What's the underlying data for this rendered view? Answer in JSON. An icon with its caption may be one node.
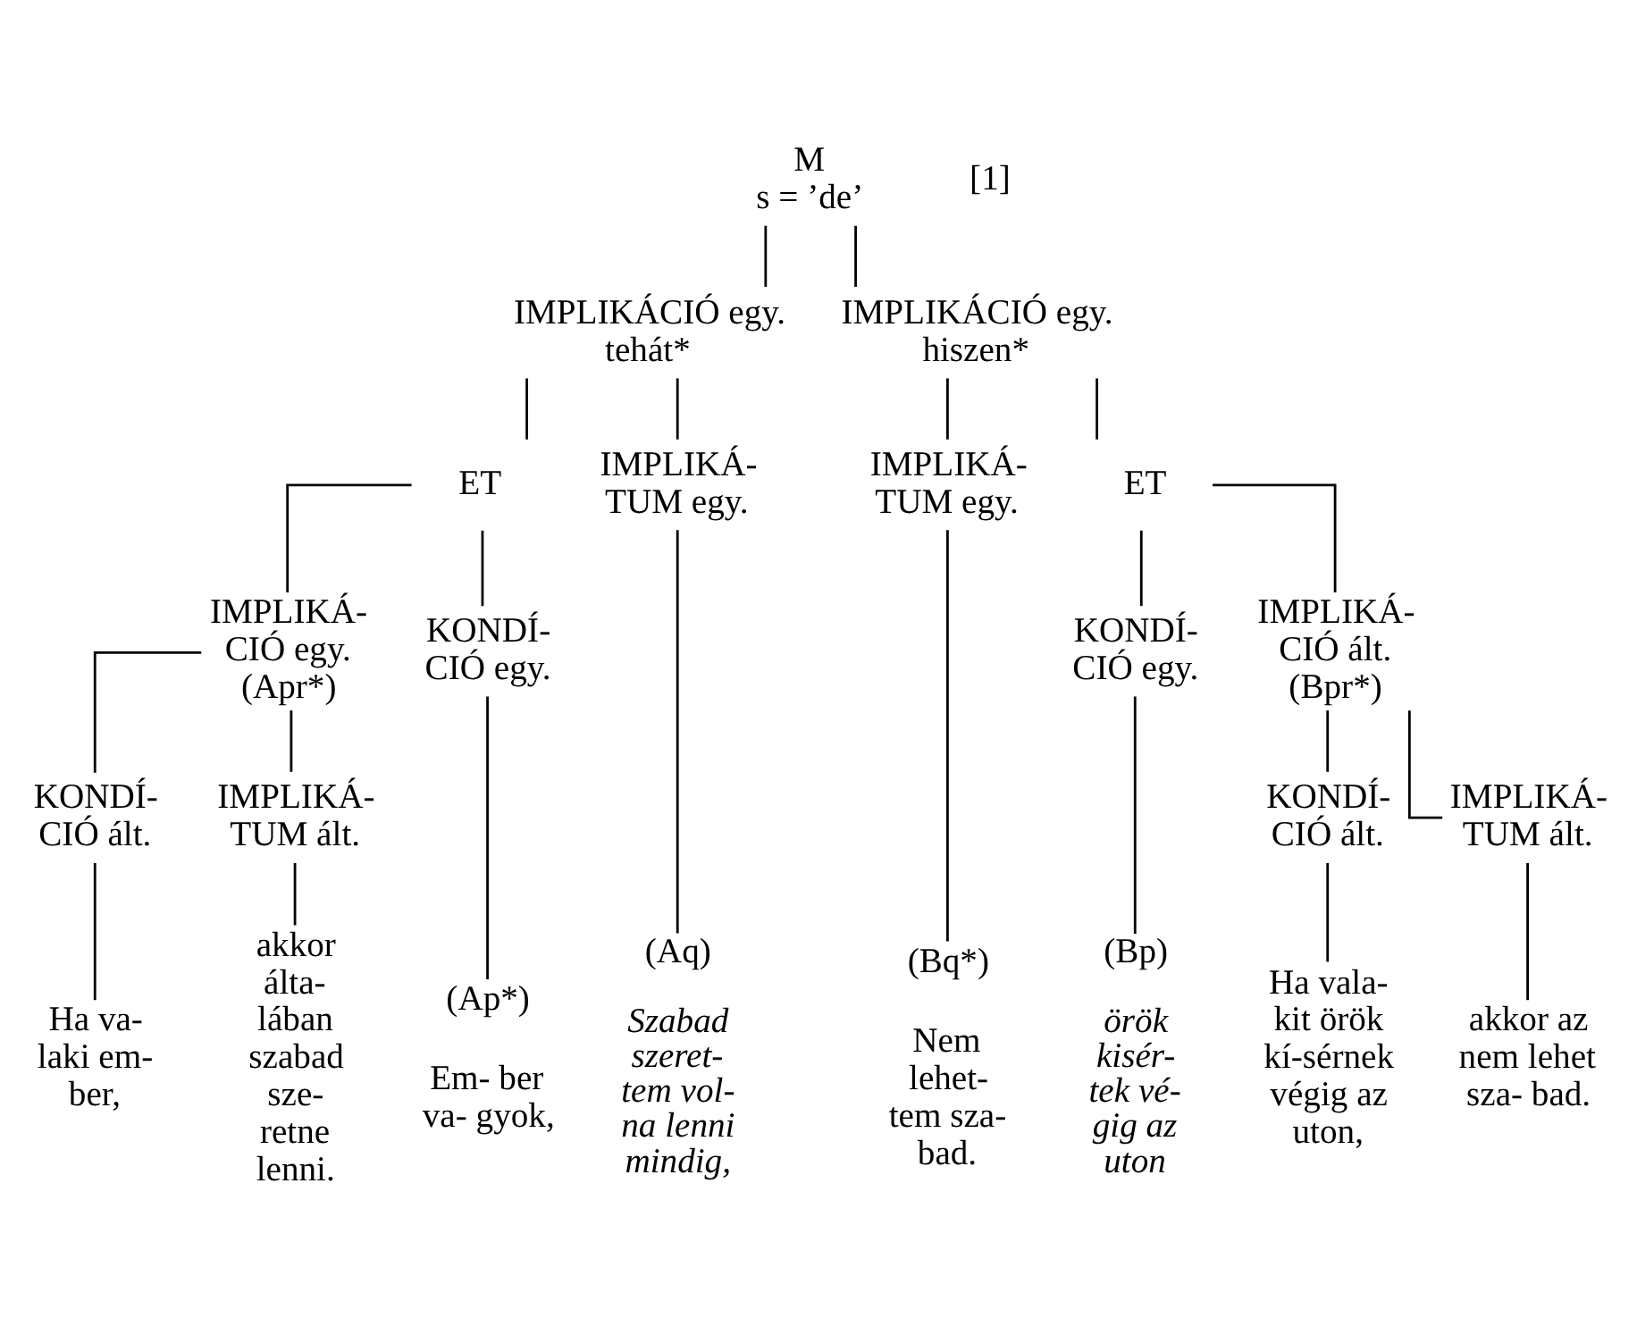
{
  "diagram": {
    "nodes": [
      {
        "text": [
          "M",
          "s = ’de’"
        ]
      },
      {
        "text": [
          "IMPLIKÁCIÓ egy.",
          "tehát*"
        ]
      },
      {
        "text": [
          "IMPLIKÁCIÓ egy.",
          "hiszen*"
        ]
      },
      {
        "text": [
          "ET"
        ]
      },
      {
        "text": [
          "IMPLIKÁ- TUM egy."
        ]
      },
      {
        "text": [
          "IMPLIKÁ- TUM egy."
        ]
      },
      {
        "text": [
          "ET"
        ]
      },
      {
        "text": [
          "IMPLIKÁ- CIÓ egy.",
          "(Apr*)"
        ]
      },
      {
        "text": [
          "KONDÍ- CIÓ egy."
        ]
      },
      {
        "text": [
          "KONDÍ- CIÓ egy."
        ]
      },
      {
        "text": [
          "IMPLIKÁ- CIÓ ált.",
          "(Bpr*)"
        ]
      },
      {
        "text": [
          "KONDÍ- CIÓ ált."
        ]
      },
      {
        "text": [
          "IMPLIKÁ- TUM ált."
        ]
      },
      {
        "text": [
          "KONDÍ- CIÓ ált."
        ]
      },
      {
        "text": [
          "IMPLIKÁ- TUM ált."
        ]
      },
      {
        "text": [
          "Ha va- laki em- ber,"
        ]
      },
      {
        "text": [
          "akkor álta- lában szabad sze- retne lenni."
        ]
      },
      {
        "text": [
          "(Ap*)",
          "Em- ber va- gyok,"
        ]
      },
      {
        "text": [
          "(Aq)",
          "Szabad szeret- tem vol- na lenni mindig,"
        ]
      },
      {
        "text": [
          "(Bq*)",
          "Nem lehet- tem sza- bad."
        ]
      },
      {
        "text": [
          "(Bp)",
          "örök kisér- tek vé- gig az uton"
        ]
      },
      {
        "text": [
          "Ha vala- kit örök kí-sérnek végig az uton,"
        ]
      },
      {
        "text": [
          "akkor az nem lehet sza- bad."
        ]
      }
    ],
    "edges": [
      {
        "from": 0,
        "to": 1,
        "arrow": "none"
      },
      {
        "from": 0,
        "to": 2,
        "arrow": "none"
      },
      {
        "from": 1,
        "to": 3,
        "arrow": "none"
      },
      {
        "from": 1,
        "to": 4,
        "arrow": "none"
      },
      {
        "from": 2,
        "to": 5,
        "arrow": "none"
      },
      {
        "from": 2,
        "to": 6,
        "arrow": "none"
      },
      {
        "from": 3,
        "to": 7,
        "arrow": "none"
      },
      {
        "from": 3,
        "to": 8,
        "arrow": "none"
      },
      {
        "from": 6,
        "to": 9,
        "arrow": "none"
      },
      {
        "from": 6,
        "to": 10,
        "arrow": "none"
      },
      {
        "from": 7,
        "to": 11,
        "arrow": "none"
      },
      {
        "from": 7,
        "to": 12,
        "arrow": "none"
      },
      {
        "from": 10,
        "to": 13,
        "arrow": "none"
      },
      {
        "from": 10,
        "to": 14,
        "arrow": "none"
      },
      {
        "from": 11,
        "to": 15,
        "arrow": "none"
      },
      {
        "from": 12,
        "to": 16,
        "arrow": "none"
      },
      {
        "from": 8,
        "to": 17,
        "arrow": "none"
      },
      {
        "from": 4,
        "to": 18,
        "arrow": "none"
      },
      {
        "from": 5,
        "to": 19,
        "arrow": "none"
      },
      {
        "from": 9,
        "to": 20,
        "arrow": "none"
      },
      {
        "from": 13,
        "to": 21,
        "arrow": "none"
      },
      {
        "from": 14,
        "to": 22,
        "arrow": "none"
      }
    ],
    "labels": [
      "[1]"
    ]
  }
}
